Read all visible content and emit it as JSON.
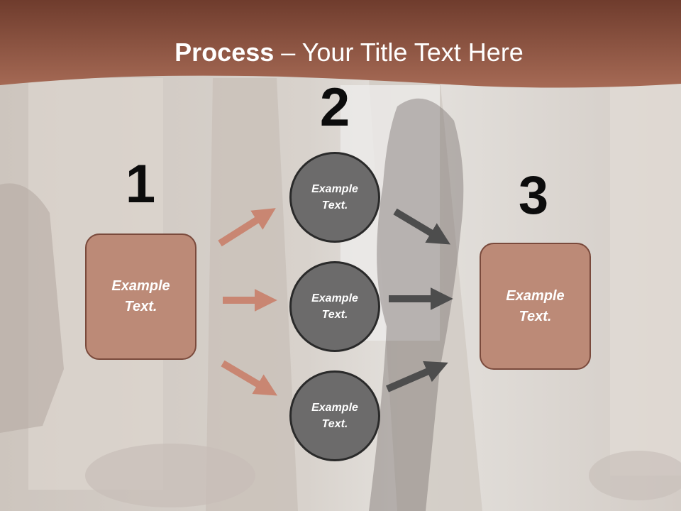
{
  "title": {
    "bold": "Process",
    "rest": " – Your Title Text Here"
  },
  "steps": {
    "step1_number": "1",
    "step2_number": "2",
    "step3_number": "3"
  },
  "boxes": {
    "left_text": "Example\nText.",
    "right_text": "Example\nText."
  },
  "circles": [
    {
      "text": "Example\nText."
    },
    {
      "text": "Example\nText."
    },
    {
      "text": "Example\nText."
    }
  ],
  "colors": {
    "header": "#9e5e48",
    "box_fill": "#bc8a77",
    "box_border": "#7a4a3c",
    "circle_fill": "#6c6b6b",
    "circle_border": "#2a2a2a",
    "arrow_salmon": "#c98672",
    "arrow_dark": "#4d4d4d",
    "number_text": "#0c0c0c"
  }
}
